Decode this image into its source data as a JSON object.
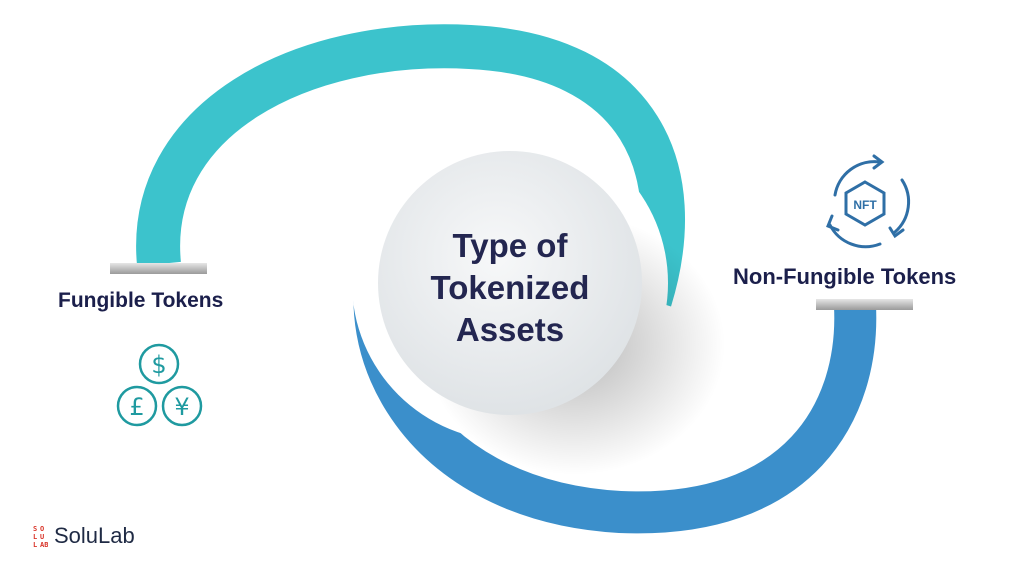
{
  "diagram": {
    "center_title_lines": [
      "Type of",
      "Tokenized",
      "Assets"
    ],
    "left_label": "Fungible Tokens",
    "right_label": "Non-Fungible Tokens",
    "nft_badge_text": "NFT",
    "currency_glyphs": [
      "$",
      "£",
      "¥"
    ]
  },
  "brand": {
    "name": "SoluLab",
    "logo_letters": [
      "S",
      "O",
      "L",
      "U",
      "L",
      "A",
      "B"
    ]
  },
  "colors": {
    "teal_arc": "#3cc3cc",
    "blue_arc": "#3b8fcb",
    "dark_text": "#1b1f4b",
    "icon_teal": "#1f9aa0",
    "icon_blue": "#2f6fa6",
    "logo_red": "#d9362b"
  },
  "icons": {
    "left": "currency-coins-icon",
    "right": "nft-cycle-icon"
  }
}
